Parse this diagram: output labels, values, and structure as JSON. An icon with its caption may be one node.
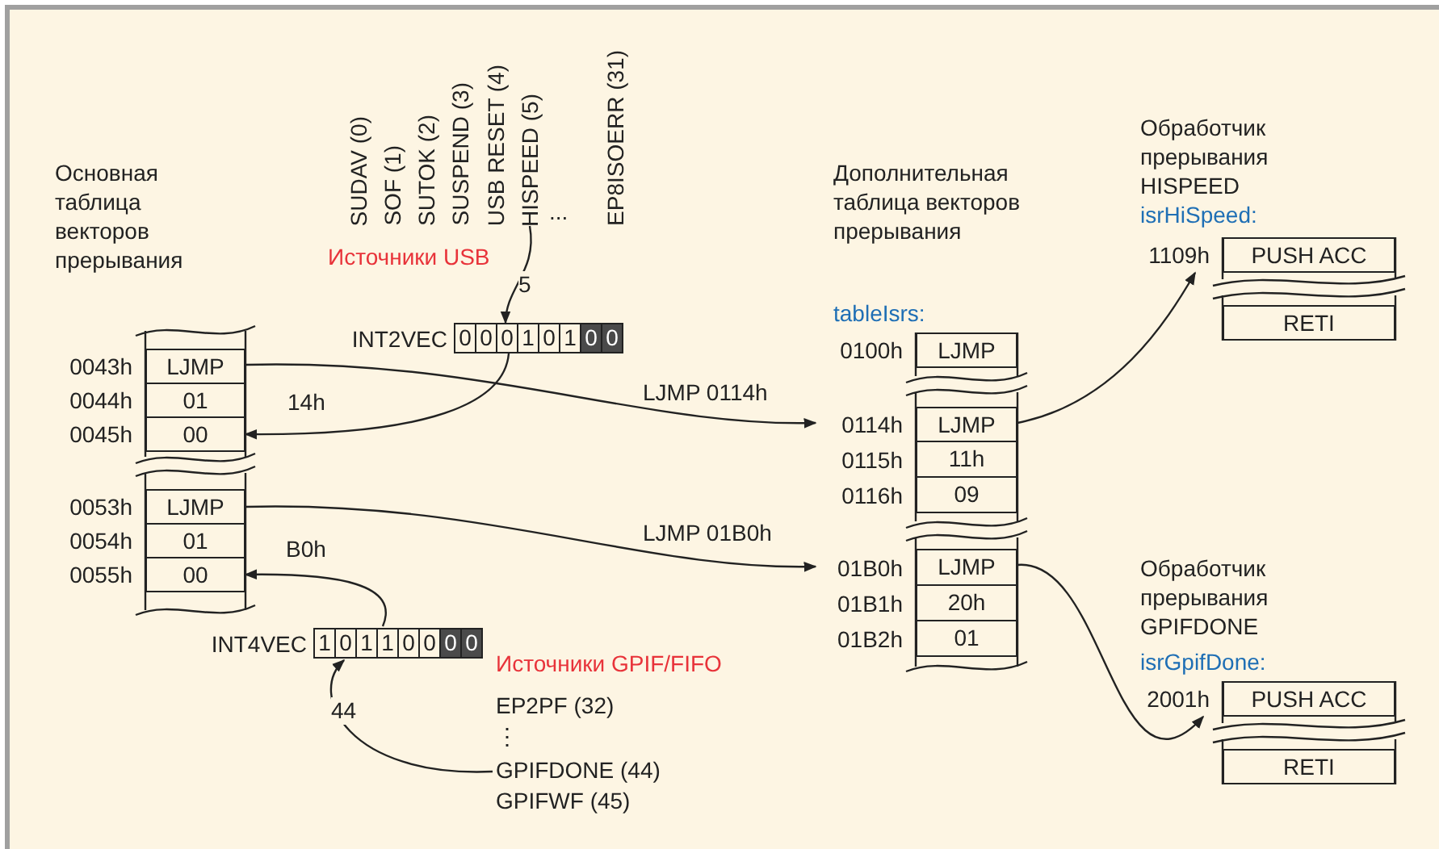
{
  "diagram": {
    "nodes": [
      {
        "text": [
          "HISPEED (5)"
        ]
      },
      {
        "text": [
          "INT2VEC"
        ]
      },
      {
        "text": [
          "LJMP"
        ],
        "beside": [
          "0043h"
        ]
      },
      {
        "text": [
          "01"
        ],
        "beside": [
          "0044h"
        ]
      },
      {
        "text": [
          "00"
        ],
        "beside": [
          "0045h"
        ]
      },
      {
        "text": [
          "LJMP"
        ],
        "beside": [
          "0053h"
        ]
      },
      {
        "text": [
          "01"
        ],
        "beside": [
          "0054h"
        ]
      },
      {
        "text": [
          "00"
        ],
        "beside": [
          "0055h"
        ]
      },
      {
        "text": [
          "INT4VEC"
        ]
      },
      {
        "text": [
          "GPIFDONE (44)"
        ]
      },
      {
        "text": [
          "LJMP"
        ],
        "beside": [
          "0100h"
        ]
      },
      {
        "text": [
          "LJMP"
        ],
        "beside": [
          "0114h"
        ]
      },
      {
        "text": [
          "11h"
        ],
        "beside": [
          "0115h"
        ]
      },
      {
        "text": [
          "09"
        ],
        "beside": [
          "0116h"
        ]
      },
      {
        "text": [
          "LJMP"
        ],
        "beside": [
          "01B0h"
        ]
      },
      {
        "text": [
          "20h"
        ],
        "beside": [
          "01B1h"
        ]
      },
      {
        "text": [
          "01"
        ],
        "beside": [
          "01B2h"
        ]
      },
      {
        "text": [
          "PUSH ACC"
        ],
        "beside": [
          "1109h"
        ]
      },
      {
        "text": [
          "RETI"
        ]
      },
      {
        "text": [
          "PUSH ACC"
        ],
        "beside": [
          "2001h"
        ]
      },
      {
        "text": [
          "RETI"
        ]
      }
    ],
    "edges": [
      {
        "from": 0,
        "to": 1,
        "arrow": "to",
        "label": "5"
      },
      {
        "from": 1,
        "to": 4,
        "arrow": "to",
        "label": "14h"
      },
      {
        "from": 2,
        "to": 11,
        "arrow": "to",
        "label": "LJMP 0114h"
      },
      {
        "from": 5,
        "to": 14,
        "arrow": "to",
        "label": "LJMP 01B0h"
      },
      {
        "from": 9,
        "to": 8,
        "arrow": "to",
        "label": "44"
      },
      {
        "from": 8,
        "to": 7,
        "arrow": "to",
        "label": "B0h"
      },
      {
        "from": 11,
        "to": 17,
        "arrow": "to"
      },
      {
        "from": 14,
        "to": 19,
        "arrow": "to"
      }
    ],
    "labels": [
      "Основная таблица векторов прерывания",
      "SUDAV (0)",
      "SOF (1)",
      "SUTOK (2)",
      "SUSPEND (3)",
      "USB RESET (4)",
      "...",
      "EP8ISOERR (31)",
      "Источники USB",
      "0",
      "0",
      "0",
      "1",
      "0",
      "1",
      "0",
      "0",
      "1",
      "0",
      "1",
      "1",
      "0",
      "0",
      "0",
      "0",
      "Источники GPIF/FIFO",
      "EP2PF (32)",
      "⋮",
      "GPIFWF (45)",
      "Дополнительная таблица векторов прерывания",
      "tableIsrs:",
      "Обработчик прерывания HISPEED",
      "isrHiSpeed:",
      "Обработчик прерывания GPIFDONE",
      "isrGpifDone:"
    ]
  }
}
